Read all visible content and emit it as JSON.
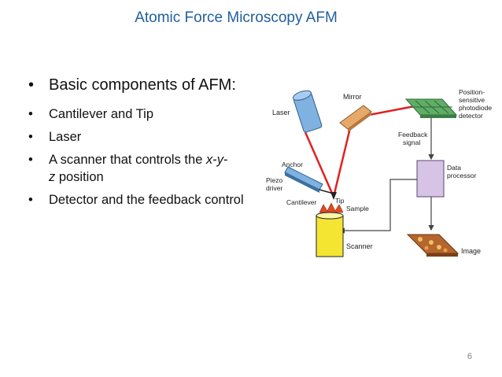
{
  "slide": {
    "title": "Atomic Force Microscopy AFM",
    "page_number": "6"
  },
  "bullets": {
    "heading": "Basic components of AFM:",
    "items": {
      "cantilever_tip": "Cantilever  and Tip",
      "laser": "Laser",
      "scanner_pre": "A scanner that controls the ",
      "scanner_x": "x",
      "scanner_dash1": "-",
      "scanner_y": "y",
      "scanner_dash2": "-",
      "scanner_z": "z",
      "scanner_post": " position",
      "detector": "Detector and the feedback control"
    }
  },
  "diagram": {
    "labels": {
      "laser": "Laser",
      "mirror": "Mirror",
      "detector_l1": "Position-",
      "detector_l2": "sensitive",
      "detector_l3": "photodiode",
      "detector_l4": "detector",
      "feedback_l1": "Feedback",
      "feedback_l2": "signal",
      "anchor": "Anchor",
      "piezo_l1": "Piezo",
      "piezo_l2": "driver",
      "cantilever": "Cantilever",
      "tip": "Tip",
      "sample": "Sample",
      "data_l1": "Data",
      "data_l2": "processor",
      "scanner": "Scanner",
      "image": "Image"
    },
    "colors": {
      "laser_beam": "#e02020",
      "laser_body": "#7fb2e0",
      "mirror": "#e7a96a",
      "detector": "#5fad67",
      "data_processor": "#d7c3e6",
      "scanner": "#f3e532",
      "image": "#b5652e",
      "arrows": "#444444"
    }
  }
}
